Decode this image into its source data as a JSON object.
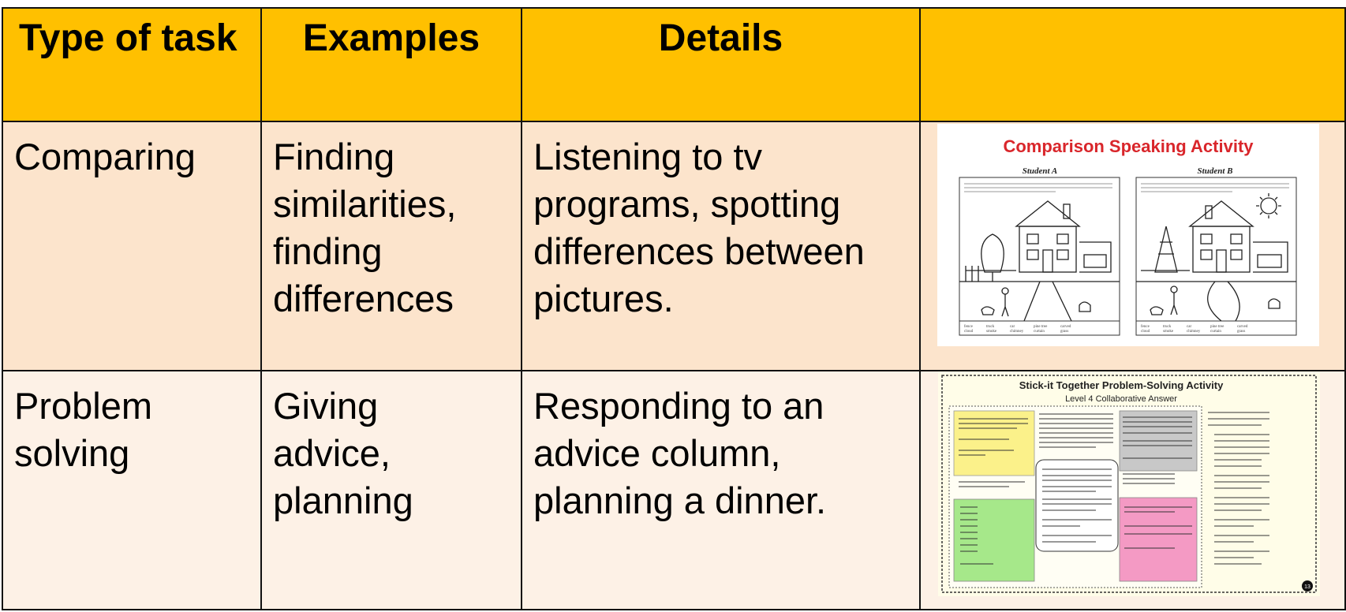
{
  "headers": [
    "Type of task",
    "Examples",
    "Details",
    ""
  ],
  "rows": [
    {
      "type": "Comparing",
      "examples": "Finding\nsimilarities,\nfinding\ndifferences",
      "details": "Listening to tv\nprograms, spotting\ndifferences between\npictures.",
      "image": {
        "title": "Comparison Speaking Activity",
        "left_label": "Student A",
        "right_label": "Student B"
      }
    },
    {
      "type": "Problem\nsolving",
      "examples": "Giving\nadvice,\nplanning",
      "details": "Responding to an\nadvice column,\nplanning a dinner.",
      "image": {
        "title": "Stick-it Together Problem-Solving Activity",
        "subtitle": "Level 4 Collaborative Answer",
        "page_number": "13"
      }
    }
  ],
  "colors": {
    "header_bg": "#ffc000",
    "row1_bg": "#fce4cc",
    "row2_bg": "#fdf1e6",
    "title_red": "#d9262b"
  }
}
